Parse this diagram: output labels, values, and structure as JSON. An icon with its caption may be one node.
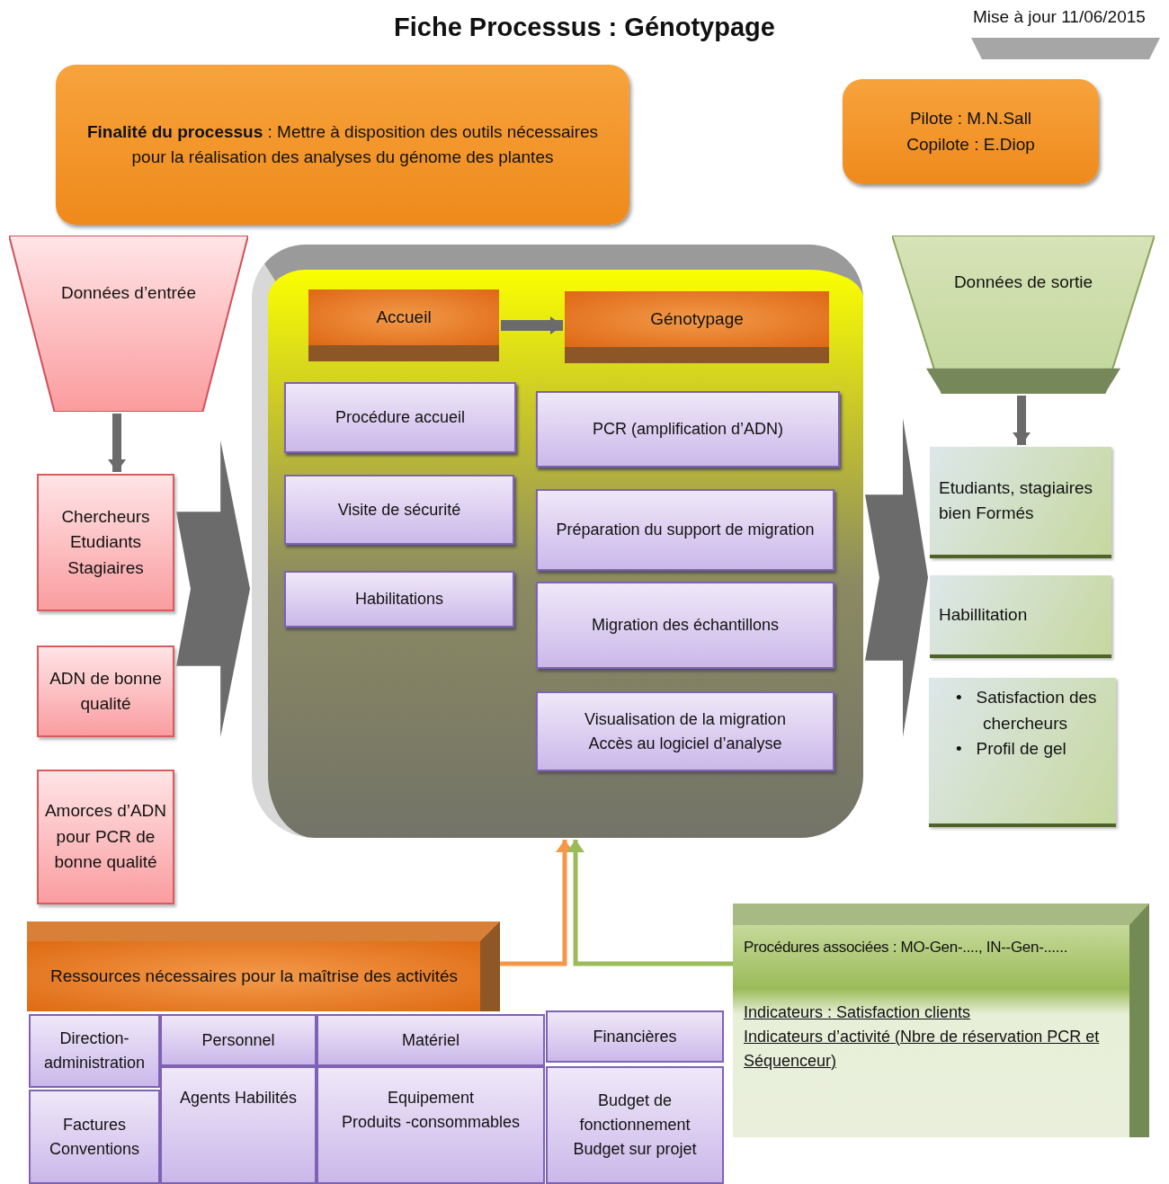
{
  "diagram": {
    "title": "Fiche Processus : Génotypage",
    "nodes": [
      {
        "text": [
          "**Finalité du processus** : Mettre à disposition des outils nécessaires pour la réalisation des  analyses du génome des plantes"
        ]
      },
      {
        "text": [
          "Pilote : M.N.Sall",
          "Copilote : E.Diop"
        ]
      },
      {
        "text": [
          "Données d’entrée"
        ]
      },
      {
        "text": [
          "Chercheurs Etudiants Stagiaires"
        ]
      },
      {
        "text": [
          "ADN de bonne qualité"
        ]
      },
      {
        "text": [
          "Amorces d’ADN pour PCR de bonne qualité"
        ]
      },
      {
        "text": [],
        "shape": "box"
      },
      {
        "text": [
          "Accueil"
        ],
        "in": 6
      },
      {
        "text": [
          "Génotypage"
        ],
        "in": 6
      },
      {
        "text": [
          "Procédure accueil"
        ],
        "in": 6
      },
      {
        "text": [
          "Visite de sécurité"
        ],
        "in": 6
      },
      {
        "text": [
          "Habilitations"
        ],
        "in": 6
      },
      {
        "text": [
          "PCR (amplification d’ADN)"
        ],
        "in": 6
      },
      {
        "text": [
          "Préparation du support de migration"
        ],
        "in": 6
      },
      {
        "text": [
          "Migration des échantillons"
        ],
        "in": 6
      },
      {
        "text": [
          "Visualisation de la migration",
          "Accès au logiciel d’analyse"
        ],
        "in": 6
      },
      {
        "text": [
          "Données de sortie"
        ]
      },
      {
        "text": [
          "Etudiants,   stagiaires bien Formés"
        ]
      },
      {
        "text": [
          "Habillitation"
        ]
      },
      {
        "text": [
          "•   Satisfaction des chercheurs",
          "•   Profil de gel"
        ]
      },
      {
        "text": [
          "Ressources nécessaires pour la maîtrise des activités"
        ]
      },
      {
        "text": [
          "Direction-administration"
        ]
      },
      {
        "text": [
          "Personnel"
        ]
      },
      {
        "text": [
          "Matériel"
        ]
      },
      {
        "text": [
          "Financières"
        ]
      },
      {
        "text": [
          "Factures",
          "Conventions"
        ]
      },
      {
        "text": [
          "Agents Habilités"
        ]
      },
      {
        "text": [
          "Equipement",
          "Produits -consommables"
        ]
      },
      {
        "text": [
          "Budget de fonctionnement",
          "Budget sur projet"
        ]
      },
      {
        "text": [
          "Procédures associées : MO-Gen-...., IN--Gen-......",
          "Indicateurs : Satisfaction clients",
          "Indicateurs d’activité (Nbre de réservation PCR et Séquenceur)"
        ]
      }
    ],
    "edges": [
      {
        "from": 2,
        "to": 3,
        "arrow": "to"
      },
      {
        "from": 16,
        "to": 17,
        "arrow": "to"
      },
      {
        "from": 7,
        "to": 8,
        "arrow": "to"
      },
      {
        "from": 3,
        "to": 6,
        "arrow": "to"
      },
      {
        "from": 6,
        "to": 17,
        "arrow": "to"
      },
      {
        "from": 20,
        "to": 6,
        "arrow": "to",
        "color": "#f79646"
      },
      {
        "from": 29,
        "to": 6,
        "arrow": "to",
        "color": "#9bbb59"
      }
    ],
    "labels": [
      "Mise à jour 11/06/2015"
    ]
  }
}
